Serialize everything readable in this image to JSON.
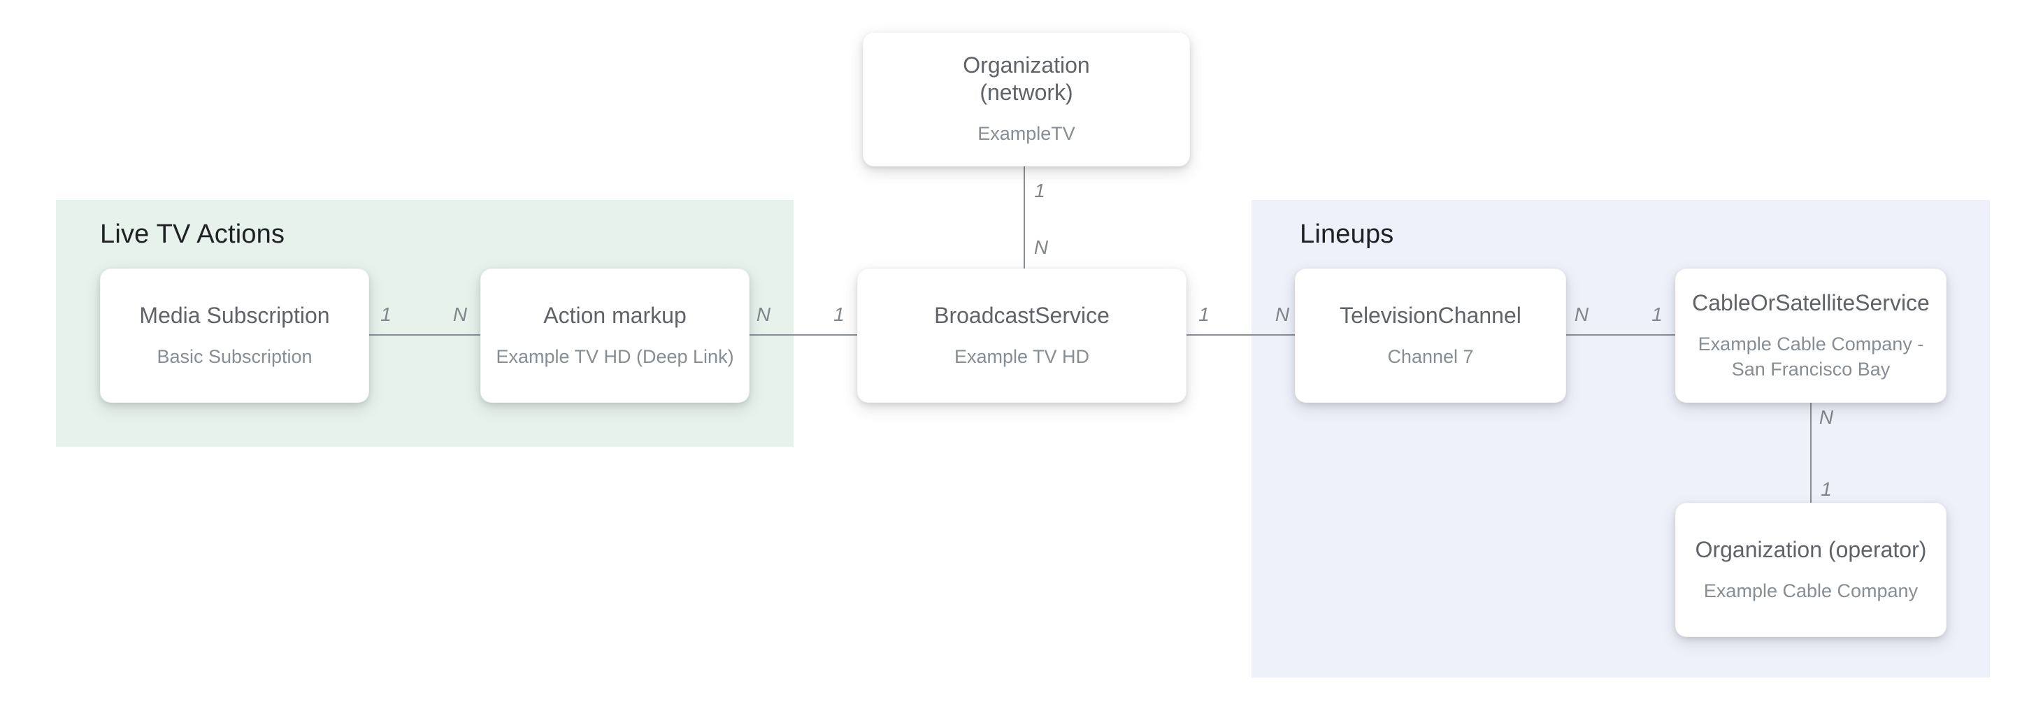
{
  "colors": {
    "region_green": "#e7f2ec",
    "region_blue": "#eef1fa",
    "box_bg": "#ffffff",
    "title_text": "#5f6368",
    "subtitle_text": "#878d92",
    "section_title_text": "#202124",
    "line_color": "#898e93",
    "cardinality_text": "#7f858a",
    "page_bg": "#ffffff"
  },
  "regions": {
    "live_tv_actions": {
      "label": "Live TV Actions"
    },
    "lineups": {
      "label": "Lineups"
    }
  },
  "nodes": {
    "org_network": {
      "title": "Organization (network)",
      "subtitle": "ExampleTV"
    },
    "media_subscription": {
      "title": "Media Subscription",
      "subtitle": "Basic Subscription"
    },
    "action_markup": {
      "title": "Action markup",
      "subtitle": "Example TV HD (Deep Link)"
    },
    "broadcast_service": {
      "title": "BroadcastService",
      "subtitle": "Example TV HD"
    },
    "television_channel": {
      "title": "TelevisionChannel",
      "subtitle": "Channel 7"
    },
    "cable_or_satellite": {
      "title": "CableOrSatelliteService",
      "subtitle": "Example Cable Company - San Francisco Bay"
    },
    "org_operator": {
      "title": "Organization (operator)",
      "subtitle": "Example Cable Company"
    }
  },
  "edges": {
    "network_broadcast": {
      "from_label": "1",
      "to_label": "N"
    },
    "media_action": {
      "from_label": "1",
      "to_label": "N"
    },
    "action_broadcast": {
      "from_label": "N",
      "to_label": "1"
    },
    "broadcast_channel": {
      "from_label": "1",
      "to_label": "N"
    },
    "channel_cable": {
      "from_label": "N",
      "to_label": "1"
    },
    "cable_operator": {
      "from_label": "N",
      "to_label": "1"
    }
  }
}
